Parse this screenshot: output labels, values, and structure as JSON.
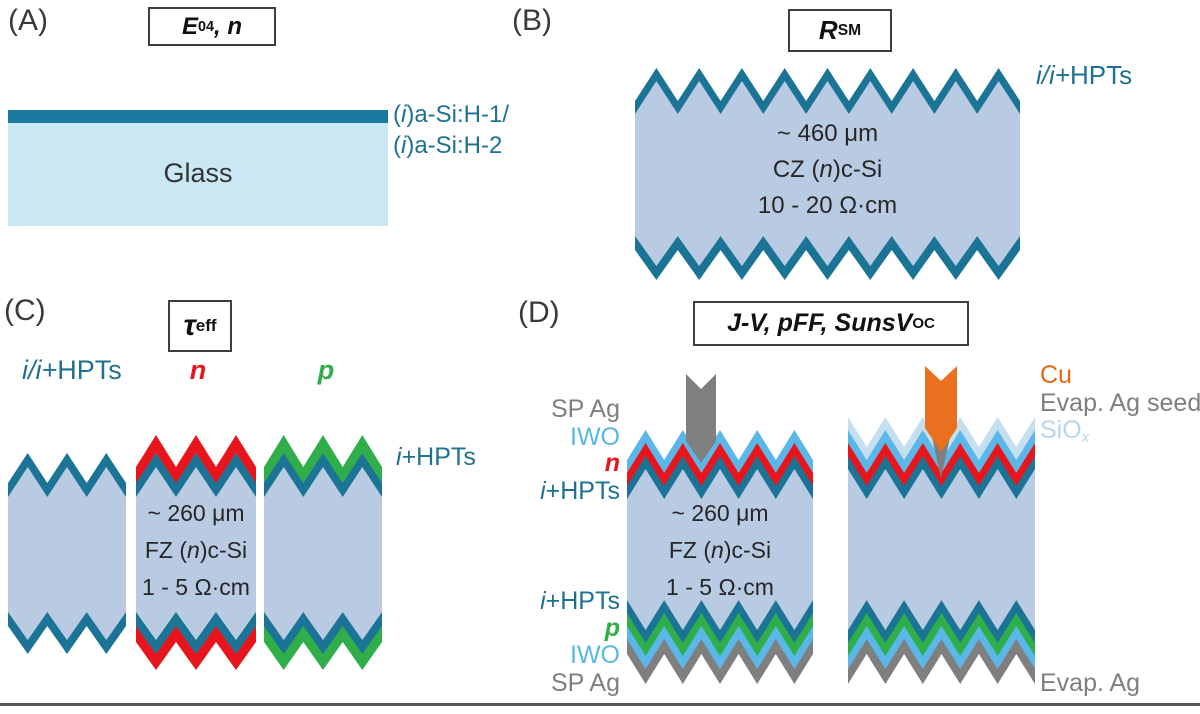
{
  "colors": {
    "teal_layer": "#1b7495",
    "glass_fill": "#c9e8f3",
    "wafer_fill": "#b9cbe2",
    "n_red": "#e8151d",
    "p_green": "#2fae4a",
    "iwo_blue": "#5ab7e8",
    "siox_blue": "#c5dff0",
    "silver_gray": "#7f7f7f",
    "copper_orange": "#e8701f"
  },
  "panelA": {
    "letter": "(A)",
    "title": {
      "main": "E",
      "sub": "04",
      "tail": ", n"
    },
    "glass_label": "Glass",
    "film_line1": {
      "pre": "(",
      "i": "i",
      "post": ")a-Si:H-1/"
    },
    "film_line2": {
      "pre": "(",
      "i": "i",
      "post": ")a-Si:H-2"
    }
  },
  "panelB": {
    "letter": "(B)",
    "title": {
      "main": "R",
      "sub": "SM"
    },
    "wafer": {
      "thickness": "~ 460 μm",
      "mat_pre": "CZ (",
      "mat_i": "n",
      "mat_post": ")c-Si",
      "resistivity": "10 - 20 Ω·cm"
    },
    "side_label": {
      "i": "i/i+",
      "rest": "HPTs"
    }
  },
  "panelC": {
    "letter": "(C)",
    "title": {
      "main": "τ",
      "sub": "eff"
    },
    "label_iihpts": {
      "i": "i/i+",
      "rest": "HPTs"
    },
    "label_n": "n",
    "label_p": "p",
    "label_ihpts": {
      "i": "i",
      "rest": "+HPTs"
    },
    "wafer": {
      "thickness": "~ 260 μm",
      "mat_pre": "FZ (",
      "mat_i": "n",
      "mat_post": ")c-Si",
      "resistivity": "1 - 5 Ω·cm"
    }
  },
  "panelD": {
    "letter": "(D)",
    "title": {
      "main": "J-V, pFF, SunsV",
      "sub": "OC"
    },
    "left_labels": {
      "sp_ag_top": "SP Ag",
      "iwo_top": "IWO",
      "n": "n",
      "ihpts_top": {
        "i": "i",
        "rest": "+HPTs"
      },
      "ihpts_bottom": {
        "i": "i",
        "rest": "+HPTs"
      },
      "p": "p",
      "iwo_bottom": "IWO",
      "sp_ag_bottom": "SP Ag"
    },
    "right_labels": {
      "cu": "Cu",
      "ag_seed": "Evap. Ag seed",
      "siox": {
        "main": "SiO",
        "sub": "x"
      },
      "evap_ag": "Evap. Ag"
    },
    "wafer": {
      "thickness": "~ 260 μm",
      "mat_pre": "FZ (",
      "mat_i": "n",
      "mat_post": ")c-Si",
      "resistivity": "1 - 5 Ω·cm"
    }
  }
}
